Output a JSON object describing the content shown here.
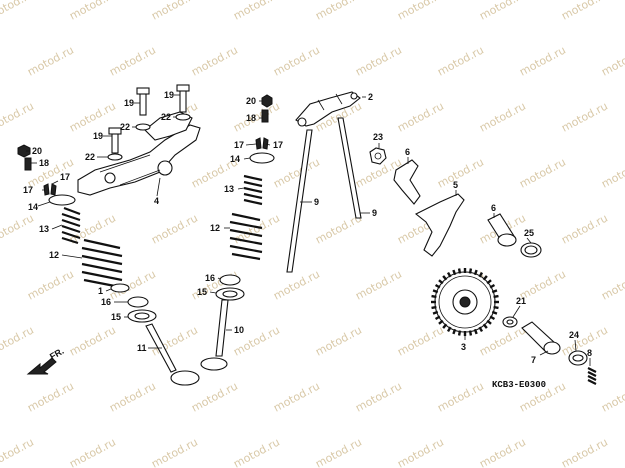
{
  "watermark": "motod.ru",
  "diagram_code": "KCB3-E0300",
  "direction_label": "FR.",
  "callouts": {
    "c1": "1",
    "c2": "2",
    "c3": "3",
    "c4": "4",
    "c5": "5",
    "c6": "6",
    "c7": "7",
    "c8": "8",
    "c9": "9",
    "c10": "10",
    "c11": "11",
    "c12": "12",
    "c13": "13",
    "c14": "14",
    "c15": "15",
    "c16": "16",
    "c17": "17",
    "c18": "18",
    "c19": "19",
    "c20": "20",
    "c21": "21",
    "c22": "22",
    "c23": "23",
    "c24": "24",
    "c25": "25"
  }
}
